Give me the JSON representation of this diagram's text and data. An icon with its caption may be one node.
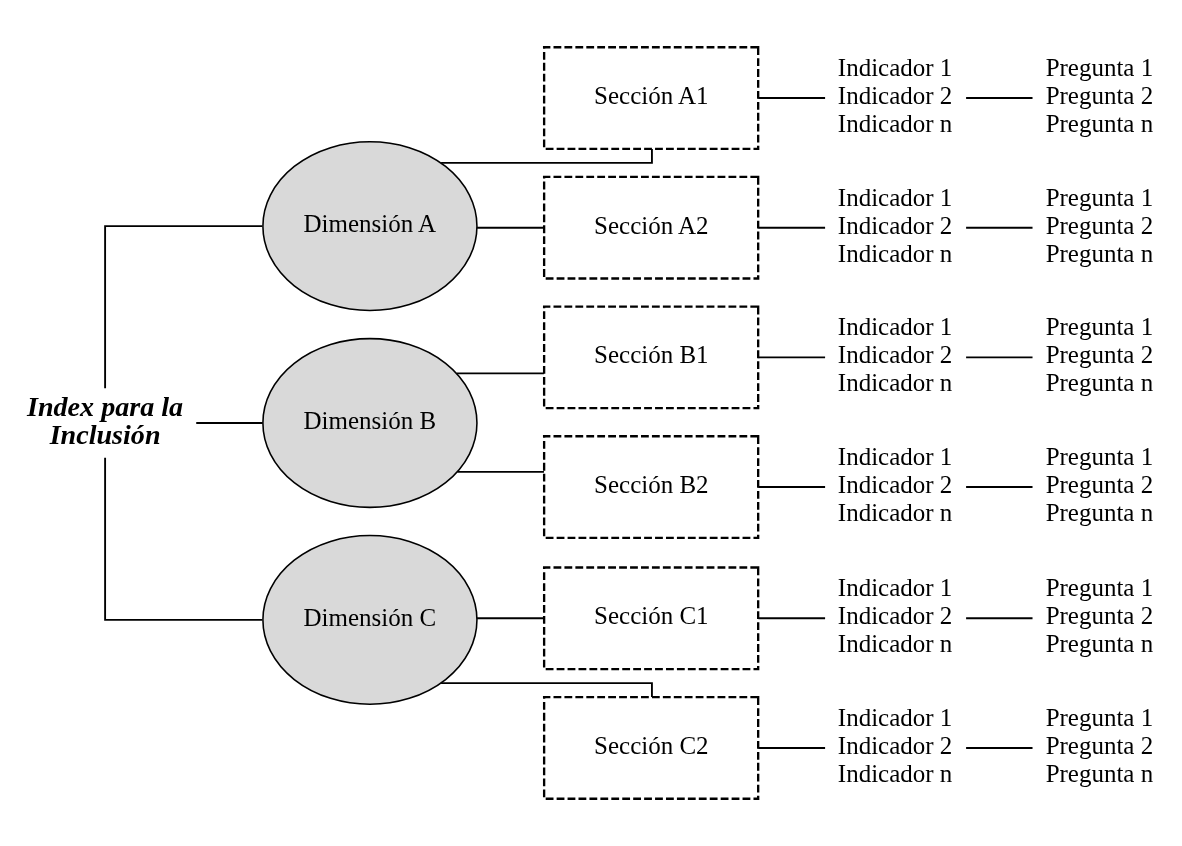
{
  "diagram": {
    "nodes": [
      {
        "text": [
          "Index para la Inclusión"
        ]
      },
      {
        "text": [
          "Dimensión A"
        ]
      },
      {
        "text": [
          "Sección A1"
        ]
      },
      {
        "text": [
          "Sección A2"
        ]
      },
      {
        "text": [
          "Dimensión B"
        ]
      },
      {
        "text": [
          "Sección B1"
        ]
      },
      {
        "text": [
          "Sección B2"
        ]
      },
      {
        "text": [
          "Dimensión C"
        ]
      },
      {
        "text": [
          "Sección C1"
        ]
      },
      {
        "text": [
          "Sección C2"
        ]
      },
      {
        "text": [
          "Indicador 1",
          "Indicador 2",
          "Indicador n"
        ]
      },
      {
        "text": [
          "Pregunta 1",
          "Pregunta 2",
          "Pregunta n"
        ]
      },
      {
        "text": [
          "Indicador 1",
          "Indicador 2",
          "Indicador n"
        ]
      },
      {
        "text": [
          "Pregunta 1",
          "Pregunta 2",
          "Pregunta n"
        ]
      },
      {
        "text": [
          "Indicador 1",
          "Indicador 2",
          "Indicador n"
        ]
      },
      {
        "text": [
          "Pregunta 1",
          "Pregunta 2",
          "Pregunta n"
        ]
      },
      {
        "text": [
          "Indicador 1",
          "Indicador 2",
          "Indicador n"
        ]
      },
      {
        "text": [
          "Pregunta 1",
          "Pregunta 2",
          "Pregunta n"
        ]
      },
      {
        "text": [
          "Indicador 1",
          "Indicador 2",
          "Indicador n"
        ]
      },
      {
        "text": [
          "Pregunta 1",
          "Pregunta 2",
          "Pregunta n"
        ]
      },
      {
        "text": [
          "Indicador 1",
          "Indicador 2",
          "Indicador n"
        ]
      },
      {
        "text": [
          "Pregunta 1",
          "Pregunta 2",
          "Pregunta n"
        ]
      }
    ],
    "edges": [
      {
        "from": 0,
        "to": 1,
        "arrow": "none"
      },
      {
        "from": 0,
        "to": 4,
        "arrow": "none"
      },
      {
        "from": 0,
        "to": 7,
        "arrow": "none"
      },
      {
        "from": 1,
        "to": 2,
        "arrow": "none"
      },
      {
        "from": 1,
        "to": 3,
        "arrow": "none"
      },
      {
        "from": 4,
        "to": 5,
        "arrow": "none"
      },
      {
        "from": 4,
        "to": 6,
        "arrow": "none"
      },
      {
        "from": 7,
        "to": 8,
        "arrow": "none"
      },
      {
        "from": 7,
        "to": 9,
        "arrow": "none"
      },
      {
        "from": 2,
        "to": 10,
        "arrow": "none"
      },
      {
        "from": 10,
        "to": 11,
        "arrow": "none"
      },
      {
        "from": 3,
        "to": 12,
        "arrow": "none"
      },
      {
        "from": 12,
        "to": 13,
        "arrow": "none"
      },
      {
        "from": 5,
        "to": 14,
        "arrow": "none"
      },
      {
        "from": 14,
        "to": 15,
        "arrow": "none"
      },
      {
        "from": 6,
        "to": 16,
        "arrow": "none"
      },
      {
        "from": 16,
        "to": 17,
        "arrow": "none"
      },
      {
        "from": 8,
        "to": 18,
        "arrow": "none"
      },
      {
        "from": 18,
        "to": 19,
        "arrow": "none"
      },
      {
        "from": 9,
        "to": 20,
        "arrow": "none"
      },
      {
        "from": 20,
        "to": 21,
        "arrow": "none"
      }
    ]
  }
}
